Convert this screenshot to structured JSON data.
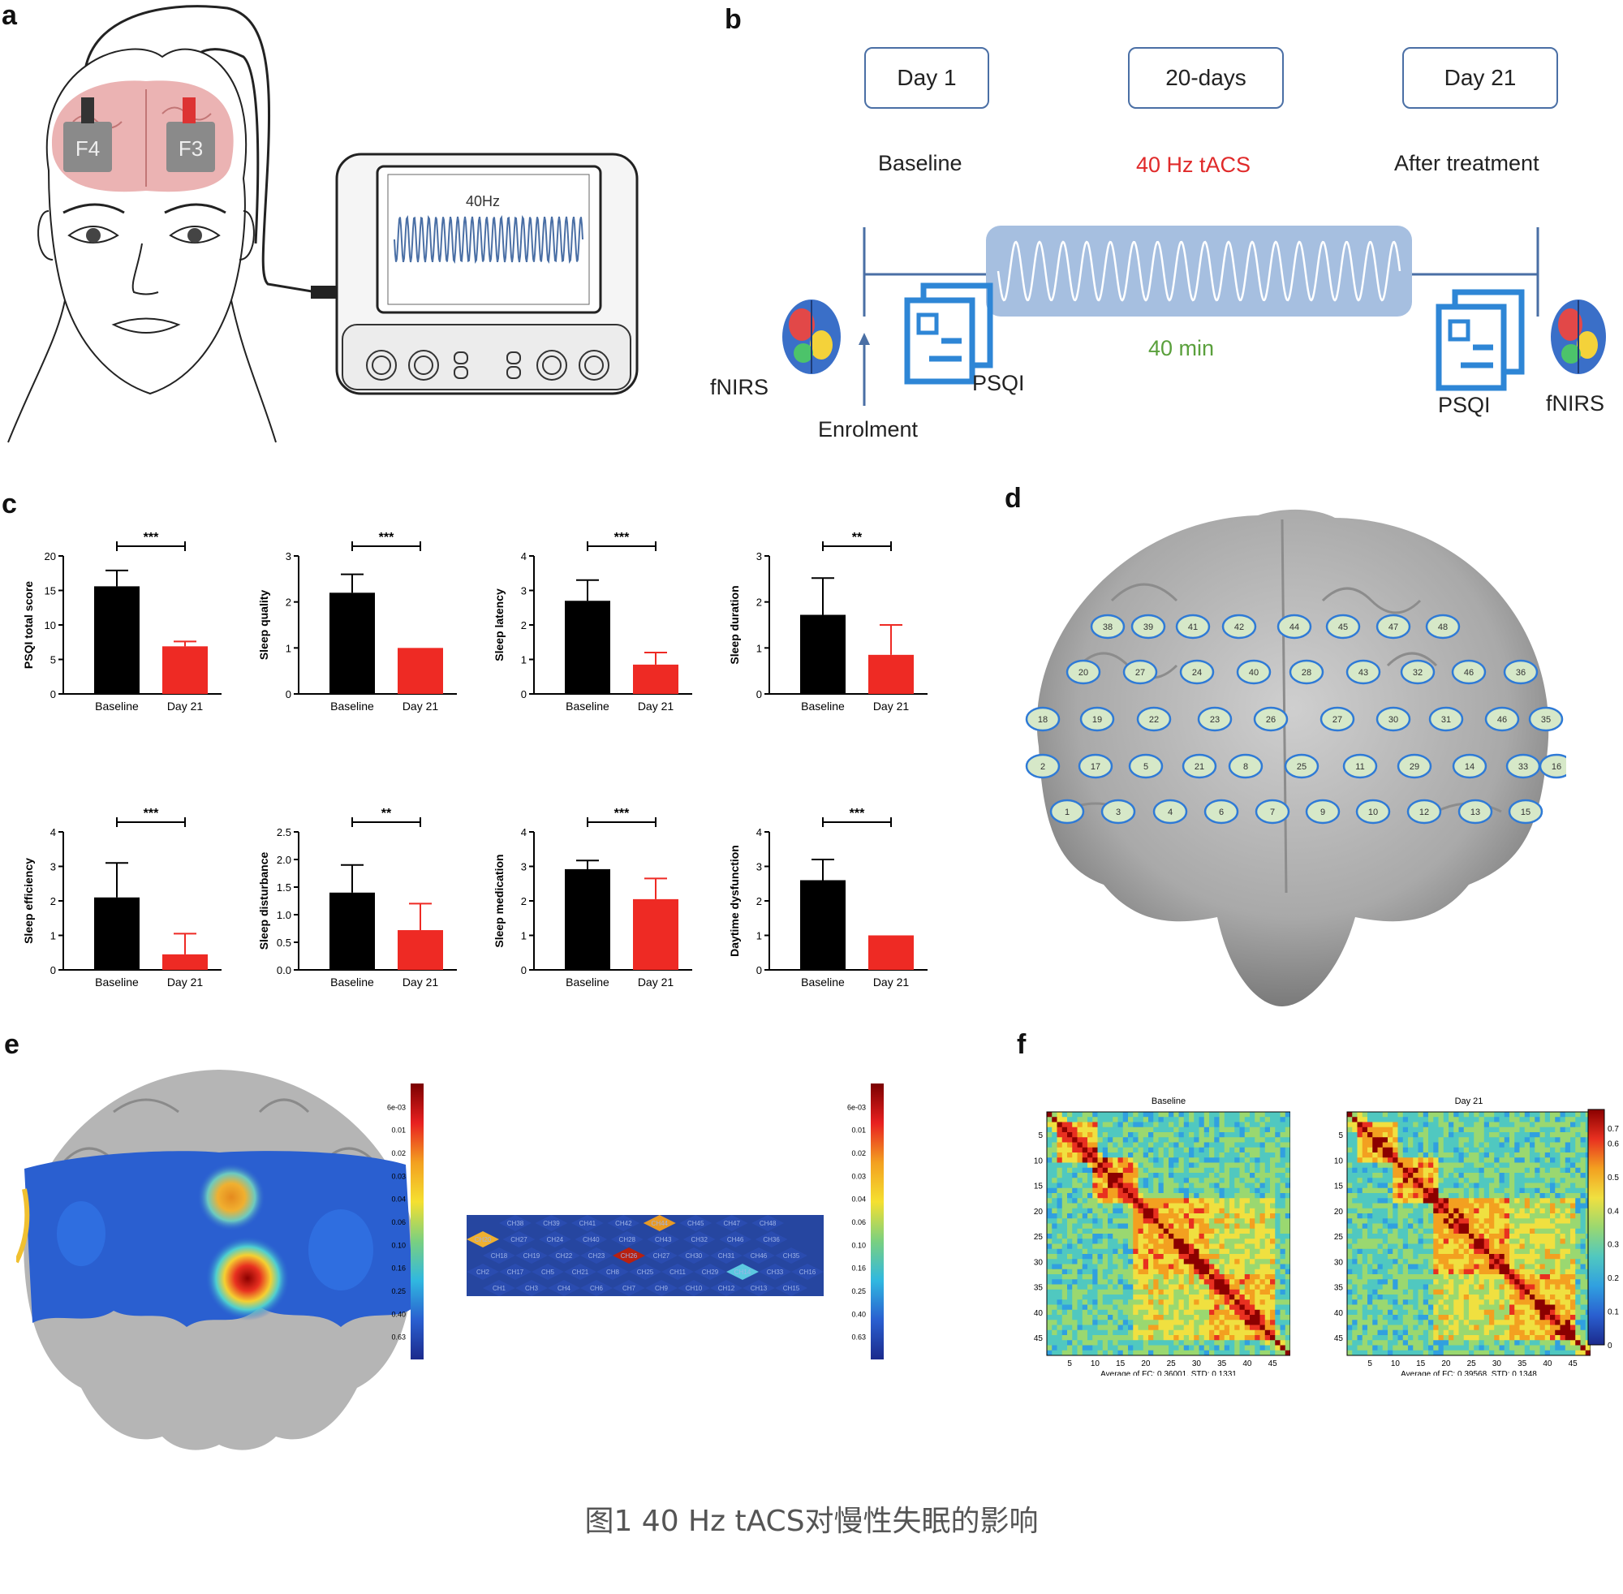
{
  "figure": {
    "caption": "图1  40 Hz tACS对慢性失眠的影响",
    "panel_labels": [
      "a",
      "b",
      "c",
      "d",
      "e",
      "f"
    ]
  },
  "panel_a": {
    "electrode_left": "F4",
    "electrode_right": "F3",
    "device_screen_label": "40Hz"
  },
  "panel_b": {
    "day1": "Day 1",
    "period": "20-days",
    "day21": "Day 21",
    "baseline_label": "Baseline",
    "tacs_label": "40 Hz tACS",
    "after_label": "After treatment",
    "duration_label": "40 min",
    "fnirs_left": "fNIRS",
    "psqi_left": "PSQI",
    "enrolment": "Enrolment",
    "psqi_right": "PSQI",
    "fnirs_right": "fNIRS",
    "colors": {
      "box": "#4a6fa5",
      "tacs": "#e02a2a",
      "duration": "#5aa03c",
      "icon": "#2e86d6"
    }
  },
  "chart_data": [
    {
      "type": "bar",
      "categories": [
        "Baseline",
        "Day 21"
      ],
      "values": [
        15.6,
        6.9
      ],
      "errors": [
        2.3,
        0.7
      ],
      "ylabel": "PSQI total score",
      "ylim": [
        0,
        20
      ],
      "yticks": [
        "0",
        "5",
        "10",
        "15",
        "20"
      ],
      "significance": "***"
    },
    {
      "type": "bar",
      "categories": [
        "Baseline",
        "Day 21"
      ],
      "values": [
        2.2,
        1.0
      ],
      "errors": [
        0.4,
        0
      ],
      "ylabel": "Sleep quality",
      "ylim": [
        0,
        3
      ],
      "yticks": [
        "0",
        "1",
        "2",
        "3"
      ],
      "significance": "***"
    },
    {
      "type": "bar",
      "categories": [
        "Baseline",
        "Day 21"
      ],
      "values": [
        2.7,
        0.85
      ],
      "errors": [
        0.6,
        0.35
      ],
      "ylabel": "Sleep latency",
      "ylim": [
        0,
        4
      ],
      "yticks": [
        "0",
        "1",
        "2",
        "3",
        "4"
      ],
      "significance": "***"
    },
    {
      "type": "bar",
      "categories": [
        "Baseline",
        "Day 21"
      ],
      "values": [
        1.72,
        0.85
      ],
      "errors": [
        0.8,
        0.65
      ],
      "ylabel": "Sleep duration",
      "ylim": [
        0,
        3
      ],
      "yticks": [
        "0",
        "1",
        "2",
        "3"
      ],
      "significance": "**"
    },
    {
      "type": "bar",
      "categories": [
        "Baseline",
        "Day 21"
      ],
      "values": [
        2.1,
        0.45
      ],
      "errors": [
        1.0,
        0.6
      ],
      "ylabel": "Sleep efficiency",
      "ylim": [
        0,
        4
      ],
      "yticks": [
        "0",
        "1",
        "2",
        "3",
        "4"
      ],
      "significance": "***"
    },
    {
      "type": "bar",
      "categories": [
        "Baseline",
        "Day 21"
      ],
      "values": [
        1.4,
        0.72
      ],
      "errors": [
        0.5,
        0.48
      ],
      "ylabel": "Sleep disturbance",
      "ylim": [
        0,
        2.5
      ],
      "yticks": [
        "0.0",
        "0.5",
        "1.0",
        "1.5",
        "2.0",
        "2.5"
      ],
      "significance": "**"
    },
    {
      "type": "bar",
      "categories": [
        "Baseline",
        "Day 21"
      ],
      "values": [
        2.92,
        2.05
      ],
      "errors": [
        0.25,
        0.6
      ],
      "ylabel": "Sleep medication",
      "ylim": [
        0,
        4
      ],
      "yticks": [
        "0",
        "1",
        "2",
        "3",
        "4"
      ],
      "significance": "***"
    },
    {
      "type": "bar",
      "categories": [
        "Baseline",
        "Day 21"
      ],
      "values": [
        2.6,
        1.0
      ],
      "errors": [
        0.6,
        0
      ],
      "ylabel": "Daytime dysfunction",
      "ylim": [
        0,
        4
      ],
      "yticks": [
        "0",
        "1",
        "2",
        "3",
        "4"
      ],
      "significance": "***"
    },
    {
      "type": "heatmap",
      "title": "Baseline",
      "xticks": [
        "5",
        "10",
        "15",
        "20",
        "25",
        "30",
        "35",
        "40",
        "45"
      ],
      "yticks": [
        "5",
        "10",
        "15",
        "20",
        "25",
        "30",
        "35",
        "40",
        "45"
      ],
      "xlabel": "Average of FC: 0.36001, STD: 0.1331"
    },
    {
      "type": "heatmap",
      "title": "Day 21",
      "xticks": [
        "5",
        "10",
        "15",
        "20",
        "25",
        "30",
        "35",
        "40",
        "45"
      ],
      "yticks": [
        "5",
        "10",
        "15",
        "20",
        "25",
        "30",
        "35",
        "40",
        "45"
      ],
      "xlabel": "Average of FC: 0.39568, STD: 0.1348",
      "colorbar": [
        "0.7",
        "0.6",
        "0.5",
        "0.4",
        "0.3",
        "0.2",
        "0.1",
        "0"
      ]
    }
  ],
  "panel_d": {
    "rows": [
      [
        "38",
        "39",
        "41",
        "42",
        "44",
        "45",
        "47",
        "48"
      ],
      [
        "20",
        "27",
        "24",
        "40",
        "28",
        "43",
        "32",
        "46",
        "36"
      ],
      [
        "18",
        "19",
        "22",
        "23",
        "26",
        "27",
        "30",
        "31",
        "46",
        "35"
      ],
      [
        "2",
        "17",
        "5",
        "21",
        "8",
        "25",
        "11",
        "29",
        "14",
        "33",
        "16"
      ],
      [
        "1",
        "3",
        "4",
        "6",
        "7",
        "9",
        "10",
        "12",
        "13",
        "15"
      ]
    ]
  },
  "panel_e": {
    "colorbar_ticks": [
      "6e-03",
      "0.01",
      "0.02",
      "0.03",
      "0.04",
      "0.06",
      "0.10",
      "0.16",
      "0.25",
      "0.40",
      "0.63"
    ],
    "grid_rows": [
      [
        "CH38",
        "CH39",
        "CH41",
        "CH42",
        "CH44",
        "CH45",
        "CH47",
        "CH48"
      ],
      [
        "CH20",
        "CH27",
        "CH24",
        "CH40",
        "CH28",
        "CH43",
        "CH32",
        "CH46",
        "CH36"
      ],
      [
        "CH18",
        "CH19",
        "CH22",
        "CH23",
        "CH26",
        "CH27",
        "CH30",
        "CH31",
        "CH46",
        "CH35"
      ],
      [
        "CH2",
        "CH17",
        "CH5",
        "CH21",
        "CH8",
        "CH25",
        "CH11",
        "CH29",
        "CH14",
        "CH33",
        "CH16"
      ],
      [
        "CH1",
        "CH3",
        "CH4",
        "CH6",
        "CH7",
        "CH9",
        "CH10",
        "CH12",
        "CH13",
        "CH15"
      ]
    ]
  }
}
